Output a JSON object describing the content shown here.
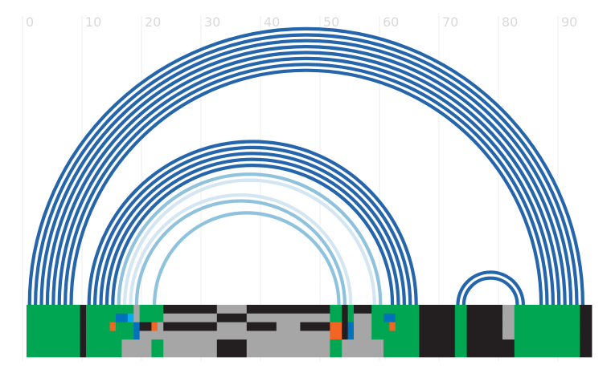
{
  "axis": {
    "ticks": [
      "0",
      "10",
      "20",
      "30",
      "40",
      "50",
      "60",
      "70",
      "80",
      "90"
    ],
    "tick_values": [
      0,
      10,
      20,
      30,
      40,
      50,
      60,
      70,
      80,
      90
    ],
    "x_range": [
      0,
      95
    ],
    "grid": true
  },
  "colors": {
    "arc_dark": "#2565ab",
    "arc_mid": "#8ec2dd",
    "arc_light": "#d3e6f1",
    "green": "#00a651",
    "black": "#231f20",
    "grey": "#a6a6a6",
    "orange": "#f26522",
    "blue": "#0072bc",
    "cyan": "#00aeef"
  },
  "chart_data": {
    "type": "arc",
    "description_units": "sequence position",
    "arcs": [
      {
        "start": 0.5,
        "end": 93.5,
        "style": "dark"
      },
      {
        "start": 1.5,
        "end": 92.5,
        "style": "dark"
      },
      {
        "start": 2.5,
        "end": 91.5,
        "style": "dark"
      },
      {
        "start": 3.5,
        "end": 90.5,
        "style": "dark"
      },
      {
        "start": 4.5,
        "end": 89.5,
        "style": "dark"
      },
      {
        "start": 5.5,
        "end": 88.5,
        "style": "dark"
      },
      {
        "start": 6.5,
        "end": 87.5,
        "style": "dark"
      },
      {
        "start": 7.5,
        "end": 86.5,
        "style": "dark"
      },
      {
        "start": 10.5,
        "end": 65.5,
        "style": "dark"
      },
      {
        "start": 11.5,
        "end": 64.5,
        "style": "dark"
      },
      {
        "start": 12.5,
        "end": 63.5,
        "style": "dark"
      },
      {
        "start": 13.5,
        "end": 62.5,
        "style": "dark"
      },
      {
        "start": 14.5,
        "end": 61.5,
        "style": "dark"
      },
      {
        "start": 15.5,
        "end": 59.5,
        "style": "mid"
      },
      {
        "start": 16.5,
        "end": 58.5,
        "style": "light"
      },
      {
        "start": 17.5,
        "end": 54.5,
        "style": "light"
      },
      {
        "start": 18.5,
        "end": 53.5,
        "style": "mid"
      },
      {
        "start": 21.5,
        "end": 52.5,
        "style": "mid"
      },
      {
        "start": 72.5,
        "end": 83.5,
        "style": "dark"
      },
      {
        "start": 73.5,
        "end": 82.5,
        "style": "dark"
      }
    ],
    "track_rows": [
      [
        {
          "start": 0,
          "end": 9,
          "color": "green"
        },
        {
          "start": 9,
          "end": 10,
          "color": "black"
        },
        {
          "start": 10,
          "end": 18,
          "color": "green"
        },
        {
          "start": 18,
          "end": 19,
          "color": "grey"
        },
        {
          "start": 19,
          "end": 21,
          "color": "green"
        },
        {
          "start": 21,
          "end": 23,
          "color": "green"
        },
        {
          "start": 23,
          "end": 32,
          "color": "black"
        },
        {
          "start": 32,
          "end": 37,
          "color": "grey"
        },
        {
          "start": 37,
          "end": 51,
          "color": "black"
        },
        {
          "start": 51,
          "end": 53,
          "color": "green"
        },
        {
          "start": 53,
          "end": 54,
          "color": "black"
        },
        {
          "start": 54,
          "end": 55,
          "color": "green"
        },
        {
          "start": 55,
          "end": 58,
          "color": "black"
        },
        {
          "start": 58,
          "end": 66,
          "color": "green"
        },
        {
          "start": 66,
          "end": 72,
          "color": "black"
        },
        {
          "start": 72,
          "end": 74,
          "color": "green"
        },
        {
          "start": 74,
          "end": 80,
          "color": "black"
        },
        {
          "start": 80,
          "end": 82,
          "color": "grey"
        },
        {
          "start": 82,
          "end": 93,
          "color": "green"
        },
        {
          "start": 93,
          "end": 95,
          "color": "black"
        }
      ],
      [
        {
          "start": 0,
          "end": 9,
          "color": "green"
        },
        {
          "start": 9,
          "end": 10,
          "color": "black"
        },
        {
          "start": 10,
          "end": 15,
          "color": "green"
        },
        {
          "start": 15,
          "end": 17,
          "color": "blue"
        },
        {
          "start": 17,
          "end": 18,
          "color": "cyan"
        },
        {
          "start": 18,
          "end": 19,
          "color": "grey"
        },
        {
          "start": 19,
          "end": 21,
          "color": "green"
        },
        {
          "start": 21,
          "end": 23,
          "color": "green"
        },
        {
          "start": 23,
          "end": 32,
          "color": "grey"
        },
        {
          "start": 32,
          "end": 37,
          "color": "black"
        },
        {
          "start": 37,
          "end": 51,
          "color": "grey"
        },
        {
          "start": 51,
          "end": 53,
          "color": "green"
        },
        {
          "start": 53,
          "end": 54,
          "color": "black"
        },
        {
          "start": 54,
          "end": 55,
          "color": "green"
        },
        {
          "start": 55,
          "end": 58,
          "color": "grey"
        },
        {
          "start": 58,
          "end": 60,
          "color": "green"
        },
        {
          "start": 60,
          "end": 62,
          "color": "blue"
        },
        {
          "start": 62,
          "end": 66,
          "color": "green"
        },
        {
          "start": 66,
          "end": 72,
          "color": "black"
        },
        {
          "start": 72,
          "end": 74,
          "color": "green"
        },
        {
          "start": 74,
          "end": 80,
          "color": "black"
        },
        {
          "start": 80,
          "end": 82,
          "color": "grey"
        },
        {
          "start": 82,
          "end": 93,
          "color": "green"
        },
        {
          "start": 93,
          "end": 95,
          "color": "black"
        }
      ],
      [
        {
          "start": 0,
          "end": 9,
          "color": "green"
        },
        {
          "start": 9,
          "end": 10,
          "color": "black"
        },
        {
          "start": 10,
          "end": 14,
          "color": "green"
        },
        {
          "start": 14,
          "end": 15,
          "color": "orange"
        },
        {
          "start": 15,
          "end": 18,
          "color": "green"
        },
        {
          "start": 18,
          "end": 19,
          "color": "blue"
        },
        {
          "start": 19,
          "end": 21,
          "color": "black"
        },
        {
          "start": 21,
          "end": 22,
          "color": "orange"
        },
        {
          "start": 22,
          "end": 23,
          "color": "grey"
        },
        {
          "start": 23,
          "end": 32,
          "color": "black"
        },
        {
          "start": 32,
          "end": 37,
          "color": "grey"
        },
        {
          "start": 37,
          "end": 42,
          "color": "black"
        },
        {
          "start": 42,
          "end": 46,
          "color": "grey"
        },
        {
          "start": 46,
          "end": 51,
          "color": "black"
        },
        {
          "start": 51,
          "end": 53,
          "color": "orange"
        },
        {
          "start": 53,
          "end": 54,
          "color": "black"
        },
        {
          "start": 54,
          "end": 55,
          "color": "blue"
        },
        {
          "start": 55,
          "end": 58,
          "color": "grey"
        },
        {
          "start": 58,
          "end": 61,
          "color": "green"
        },
        {
          "start": 61,
          "end": 62,
          "color": "orange"
        },
        {
          "start": 62,
          "end": 66,
          "color": "green"
        },
        {
          "start": 66,
          "end": 72,
          "color": "black"
        },
        {
          "start": 72,
          "end": 74,
          "color": "green"
        },
        {
          "start": 74,
          "end": 80,
          "color": "black"
        },
        {
          "start": 80,
          "end": 82,
          "color": "grey"
        },
        {
          "start": 82,
          "end": 93,
          "color": "green"
        },
        {
          "start": 93,
          "end": 95,
          "color": "black"
        }
      ],
      [
        {
          "start": 0,
          "end": 9,
          "color": "green"
        },
        {
          "start": 9,
          "end": 10,
          "color": "black"
        },
        {
          "start": 10,
          "end": 16,
          "color": "green"
        },
        {
          "start": 16,
          "end": 18,
          "color": "green"
        },
        {
          "start": 18,
          "end": 19,
          "color": "blue"
        },
        {
          "start": 19,
          "end": 21,
          "color": "grey"
        },
        {
          "start": 21,
          "end": 23,
          "color": "grey"
        },
        {
          "start": 23,
          "end": 32,
          "color": "grey"
        },
        {
          "start": 32,
          "end": 37,
          "color": "grey"
        },
        {
          "start": 37,
          "end": 51,
          "color": "grey"
        },
        {
          "start": 51,
          "end": 53,
          "color": "orange"
        },
        {
          "start": 53,
          "end": 54,
          "color": "black"
        },
        {
          "start": 54,
          "end": 55,
          "color": "blue"
        },
        {
          "start": 55,
          "end": 58,
          "color": "grey"
        },
        {
          "start": 58,
          "end": 66,
          "color": "green"
        },
        {
          "start": 66,
          "end": 72,
          "color": "black"
        },
        {
          "start": 72,
          "end": 74,
          "color": "green"
        },
        {
          "start": 74,
          "end": 80,
          "color": "black"
        },
        {
          "start": 80,
          "end": 82,
          "color": "grey"
        },
        {
          "start": 82,
          "end": 93,
          "color": "green"
        },
        {
          "start": 93,
          "end": 95,
          "color": "black"
        }
      ],
      [
        {
          "start": 0,
          "end": 9,
          "color": "green"
        },
        {
          "start": 9,
          "end": 10,
          "color": "black"
        },
        {
          "start": 10,
          "end": 16,
          "color": "green"
        },
        {
          "start": 16,
          "end": 21,
          "color": "grey"
        },
        {
          "start": 21,
          "end": 23,
          "color": "green"
        },
        {
          "start": 23,
          "end": 32,
          "color": "grey"
        },
        {
          "start": 32,
          "end": 37,
          "color": "black"
        },
        {
          "start": 37,
          "end": 51,
          "color": "grey"
        },
        {
          "start": 51,
          "end": 53,
          "color": "green"
        },
        {
          "start": 53,
          "end": 60,
          "color": "grey"
        },
        {
          "start": 60,
          "end": 66,
          "color": "green"
        },
        {
          "start": 66,
          "end": 72,
          "color": "black"
        },
        {
          "start": 72,
          "end": 74,
          "color": "green"
        },
        {
          "start": 74,
          "end": 82,
          "color": "black"
        },
        {
          "start": 82,
          "end": 93,
          "color": "green"
        },
        {
          "start": 93,
          "end": 95,
          "color": "black"
        }
      ],
      [
        {
          "start": 0,
          "end": 9,
          "color": "green"
        },
        {
          "start": 9,
          "end": 10,
          "color": "black"
        },
        {
          "start": 10,
          "end": 16,
          "color": "green"
        },
        {
          "start": 16,
          "end": 21,
          "color": "grey"
        },
        {
          "start": 21,
          "end": 23,
          "color": "green"
        },
        {
          "start": 23,
          "end": 32,
          "color": "grey"
        },
        {
          "start": 32,
          "end": 37,
          "color": "black"
        },
        {
          "start": 37,
          "end": 51,
          "color": "grey"
        },
        {
          "start": 51,
          "end": 53,
          "color": "green"
        },
        {
          "start": 53,
          "end": 60,
          "color": "grey"
        },
        {
          "start": 60,
          "end": 66,
          "color": "green"
        },
        {
          "start": 66,
          "end": 72,
          "color": "black"
        },
        {
          "start": 72,
          "end": 74,
          "color": "green"
        },
        {
          "start": 74,
          "end": 82,
          "color": "black"
        },
        {
          "start": 82,
          "end": 93,
          "color": "green"
        },
        {
          "start": 93,
          "end": 95,
          "color": "black"
        }
      ]
    ]
  }
}
